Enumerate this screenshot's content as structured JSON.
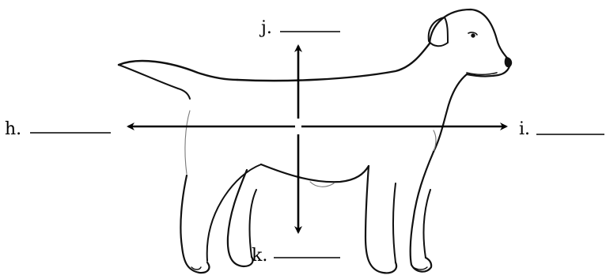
{
  "labels": {
    "h": "h.",
    "i": "i.",
    "j": "j.",
    "k": "k."
  },
  "colors": {
    "ink": "#000000",
    "outline": "#111111",
    "faint_outline": "#7a7a7a",
    "background": "#ffffff"
  }
}
